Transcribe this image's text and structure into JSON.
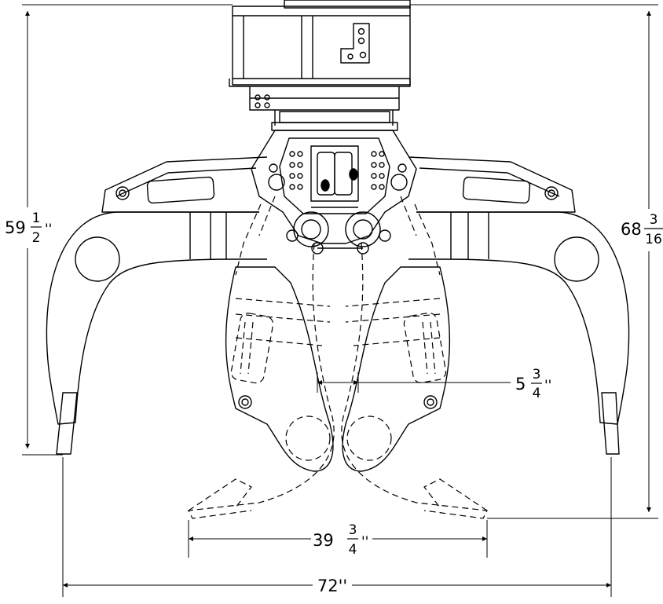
{
  "dimensions": {
    "left_height": {
      "whole": "59",
      "num": "1",
      "den": "2",
      "unit": "''"
    },
    "right_height": {
      "whole": "68",
      "num": "3",
      "den": "16",
      "unit": ""
    },
    "jaw_gap": {
      "whole": "5",
      "num": "3",
      "den": "4",
      "unit": "''"
    },
    "tine_span": {
      "whole": "39",
      "num": "3",
      "den": "4",
      "unit": "''"
    },
    "overall_width": {
      "whole": "72''"
    }
  }
}
